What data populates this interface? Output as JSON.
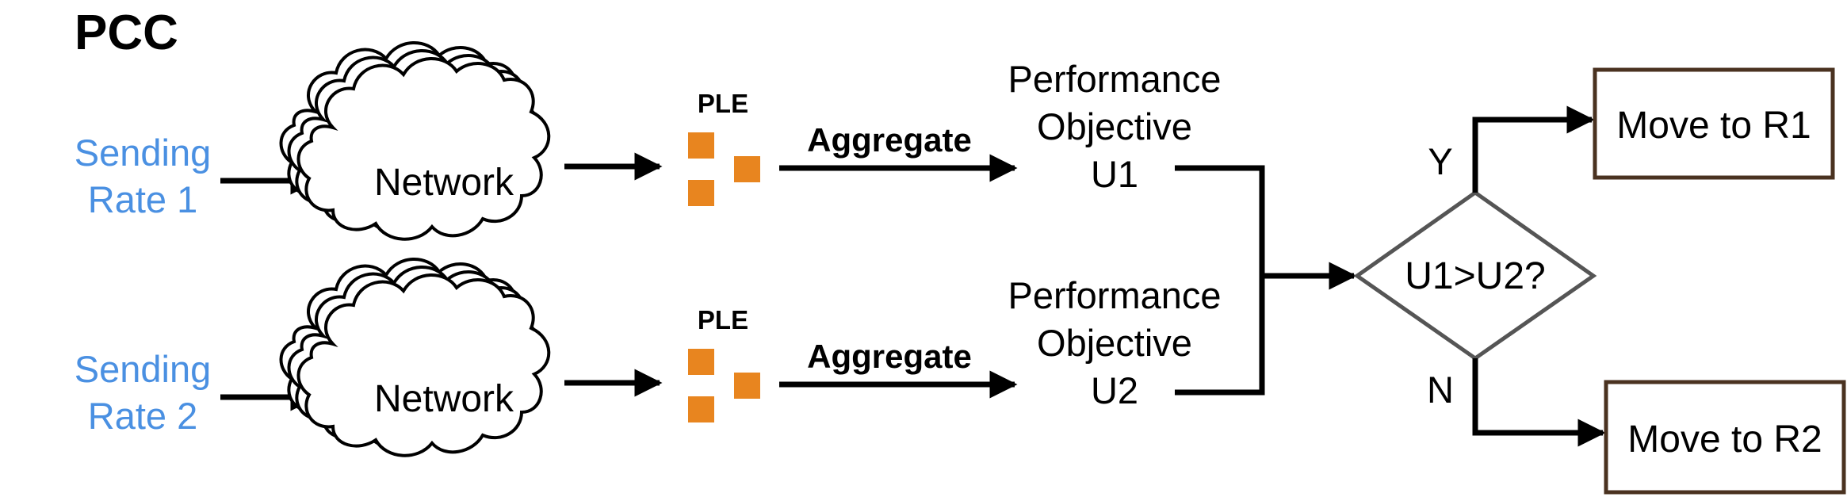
{
  "title": "PCC",
  "rows": [
    {
      "rate_line1": "Sending",
      "rate_line2": "Rate 1",
      "network": "Network",
      "ple": "PLE",
      "aggregate": "Aggregate",
      "perf_line1": "Performance",
      "perf_line2": "Objective",
      "perf_line3": "U1"
    },
    {
      "rate_line1": "Sending",
      "rate_line2": "Rate 2",
      "network": "Network",
      "ple": "PLE",
      "aggregate": "Aggregate",
      "perf_line1": "Performance",
      "perf_line2": "Objective",
      "perf_line3": "U2"
    }
  ],
  "decision": {
    "condition": "U1>U2?",
    "yes_label": "Y",
    "no_label": "N",
    "yes_outcome": "Move to R1",
    "no_outcome": "Move to R2"
  },
  "colors": {
    "rate_text": "#4a90e2",
    "ple_square": "#e8851f",
    "outcome_box_border": "#4a3220",
    "diamond_border": "#555555"
  }
}
